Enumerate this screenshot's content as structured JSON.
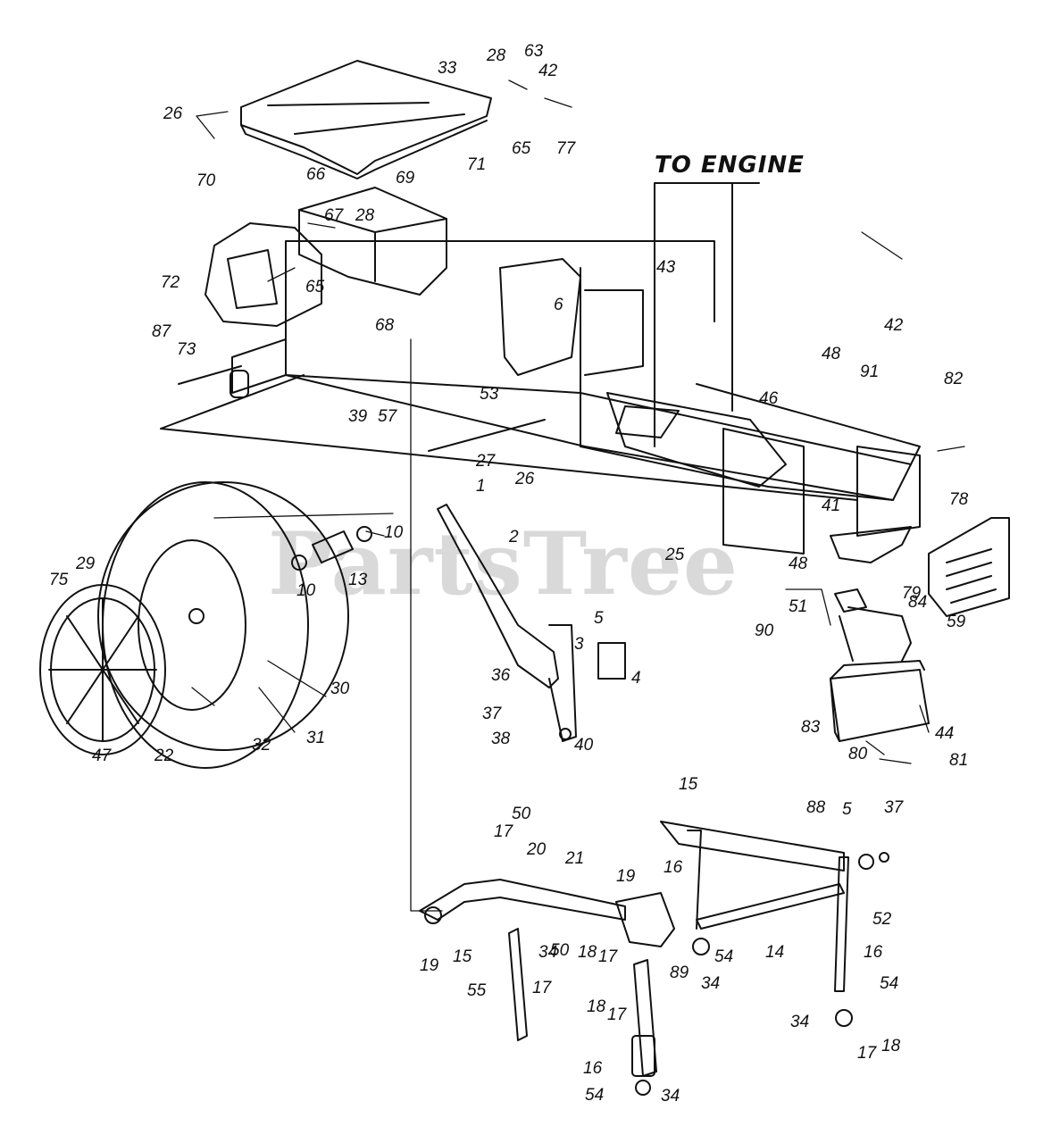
{
  "diagram": {
    "title": "TO ENGINE",
    "watermark": "PartsTree",
    "callouts": [
      "1",
      "2",
      "3",
      "4",
      "5",
      "5",
      "6",
      "10",
      "10",
      "13",
      "14",
      "15",
      "15",
      "16",
      "16",
      "16",
      "17",
      "17",
      "17",
      "17",
      "17",
      "18",
      "18",
      "18",
      "19",
      "19",
      "20",
      "21",
      "22",
      "25",
      "26",
      "26",
      "27",
      "28",
      "28",
      "29",
      "30",
      "31",
      "32",
      "33",
      "34",
      "34",
      "34",
      "34",
      "36",
      "37",
      "37",
      "38",
      "39",
      "40",
      "41",
      "42",
      "42",
      "43",
      "44",
      "46",
      "47",
      "48",
      "48",
      "50",
      "50",
      "51",
      "52",
      "53",
      "54",
      "54",
      "54",
      "55",
      "57",
      "59",
      "63",
      "65",
      "65",
      "66",
      "67",
      "68",
      "69",
      "70",
      "71",
      "72",
      "73",
      "75",
      "77",
      "78",
      "79",
      "80",
      "81",
      "82",
      "83",
      "84",
      "87",
      "88",
      "89",
      "90",
      "91"
    ]
  }
}
